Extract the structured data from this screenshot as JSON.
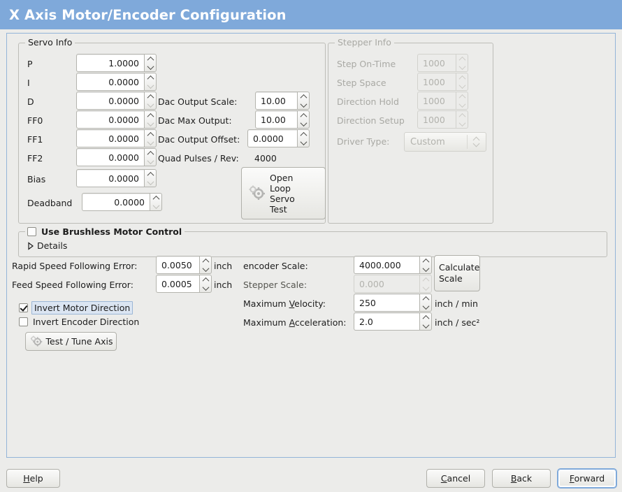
{
  "window": {
    "title": "X Axis Motor/Encoder Configuration",
    "title_bar_color": "#7fa9da",
    "background_color": "#ececea"
  },
  "servo_info": {
    "legend": "Servo Info",
    "pid_rows": [
      {
        "label": "P",
        "value": "1.0000"
      },
      {
        "label": "I",
        "value": "0.0000"
      },
      {
        "label": "D",
        "value": "0.0000"
      },
      {
        "label": "FF0",
        "value": "0.0000"
      },
      {
        "label": "FF1",
        "value": "0.0000"
      },
      {
        "label": "FF2",
        "value": "0.0000"
      },
      {
        "label": "Bias",
        "value": "0.0000"
      },
      {
        "label": "Deadband",
        "value": "0.0000"
      }
    ],
    "dac_rows": [
      {
        "label": "Dac Output Scale:",
        "value": "10.00"
      },
      {
        "label": "Dac Max Output:",
        "value": "10.00"
      },
      {
        "label": "Dac Output Offset:",
        "value": "0.0000"
      }
    ],
    "quad_pulses_label": "Quad Pulses / Rev:",
    "quad_pulses_value": "4000",
    "open_loop_button": {
      "line1": "Open",
      "line2": "Loop",
      "line3": "Servo",
      "line4": "Test",
      "icon": "gears-icon"
    }
  },
  "stepper_info": {
    "legend": "Stepper Info",
    "enabled": false,
    "rows": [
      {
        "label": "Step On-Time",
        "value": "1000"
      },
      {
        "label": "Step Space",
        "value": "1000"
      },
      {
        "label": "Direction Hold",
        "value": "1000"
      },
      {
        "label": "Direction Setup",
        "value": "1000"
      }
    ],
    "driver_type_label": "Driver Type:",
    "driver_type_value": "Custom"
  },
  "brushless": {
    "checkbox_label": "Use Brushless Motor Control",
    "checked": false,
    "details_label": "Details",
    "details_expanded": false
  },
  "following_error": {
    "rapid_label": "Rapid Speed Following Error:",
    "rapid_value": "0.0050",
    "rapid_units": "inch",
    "feed_label": "Feed Speed Following Error:",
    "feed_value": "0.0005",
    "feed_units": "inch"
  },
  "invert": {
    "motor_label": "Invert Motor Direction",
    "motor_checked": true,
    "motor_focused": true,
    "encoder_label": "Invert Encoder Direction",
    "encoder_checked": false
  },
  "test_tune_button": {
    "label": "Test / Tune Axis",
    "icon": "gears-icon"
  },
  "scale_panel": {
    "encoder_scale_label": "encoder Scale:",
    "encoder_scale_value": "4000.000",
    "stepper_scale_label": "Stepper Scale:",
    "stepper_scale_value": "0.000",
    "stepper_scale_enabled": false,
    "calculate_line1": "Calculate",
    "calculate_line2": "Scale",
    "max_velocity_label_pre": "Maximum ",
    "max_velocity_label_mnemonic": "V",
    "max_velocity_label_post": "elocity:",
    "max_velocity_value": "250",
    "max_velocity_units": "inch / min",
    "max_accel_label_pre": "Maximum ",
    "max_accel_label_mnemonic": "A",
    "max_accel_label_post": "cceleration:",
    "max_accel_value": "2.0",
    "max_accel_units": "inch / sec²"
  },
  "footer": {
    "help": {
      "pre": "",
      "mnemonic": "H",
      "post": "elp"
    },
    "cancel": {
      "pre": "",
      "mnemonic": "C",
      "post": "ancel"
    },
    "back": {
      "pre": "",
      "mnemonic": "B",
      "post": "ack"
    },
    "forward": {
      "pre": "",
      "mnemonic": "F",
      "post": "orward",
      "focused": true
    }
  }
}
